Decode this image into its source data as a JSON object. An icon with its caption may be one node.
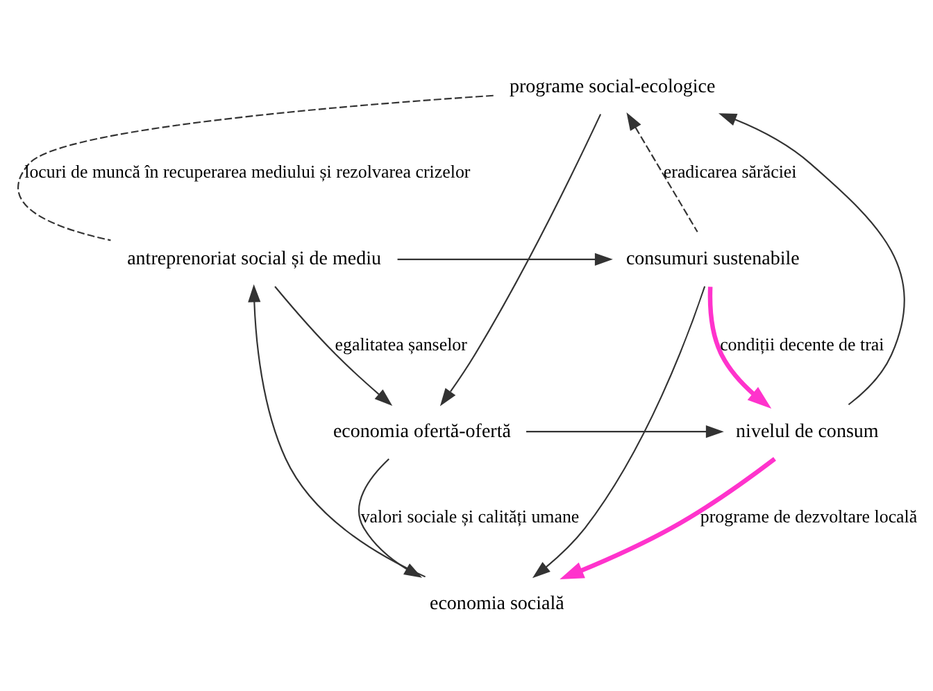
{
  "diagram": {
    "nodes": [
      {
        "text": [
          "programe social-ecologice"
        ]
      },
      {
        "text": [
          "antreprenoriat social și de mediu"
        ]
      },
      {
        "text": [
          "consumuri sustenabile"
        ]
      },
      {
        "text": [
          "economia ofertă-ofertă"
        ]
      },
      {
        "text": [
          "nivelul de consum"
        ]
      },
      {
        "text": [
          "economia socială"
        ]
      }
    ],
    "edges": [
      {
        "from": 1,
        "to": 0,
        "arrow": "none",
        "label": "locuri de muncă în recuperarea mediului și rezolvarea crizelor",
        "style": "dashed"
      },
      {
        "from": 2,
        "to": 0,
        "arrow": "to",
        "label": "eradicarea sărăciei",
        "style": "dashed"
      },
      {
        "from": 2,
        "to": 4,
        "arrow": "to",
        "label": "condiții decente de trai",
        "style": "thick",
        "color": "#ff33cc"
      },
      {
        "from": 4,
        "to": 5,
        "arrow": "to",
        "label": "programe de dezvoltare locală",
        "style": "thick",
        "color": "#ff33cc"
      },
      {
        "from": 3,
        "to": 5,
        "arrow": "to",
        "label": "valori sociale și calități umane"
      },
      {
        "from": 1,
        "to": 3,
        "arrow": "to",
        "label": "egalitatea șanselor"
      },
      {
        "from": 1,
        "to": 2,
        "arrow": "to"
      },
      {
        "from": 3,
        "to": 4,
        "arrow": "to"
      },
      {
        "from": 0,
        "to": 3,
        "arrow": "to"
      },
      {
        "from": 4,
        "to": 0,
        "arrow": "to"
      },
      {
        "from": 5,
        "to": 1,
        "arrow": "to"
      },
      {
        "from": 2,
        "to": 5,
        "arrow": "to"
      }
    ]
  }
}
